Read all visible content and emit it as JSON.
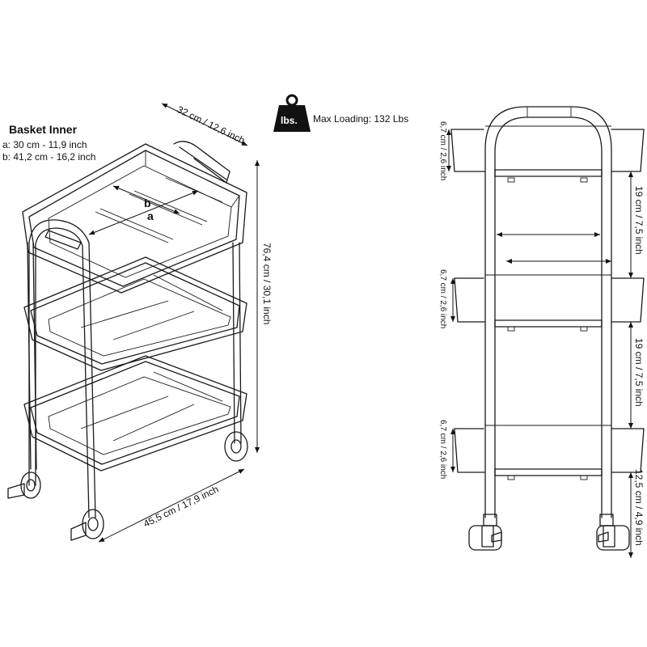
{
  "basket_inner": {
    "title": "Basket Inner",
    "line_a": "a: 30 cm - 11,9 inch",
    "line_b": "b: 41,2 cm - 16,2 inch",
    "label_a": "a",
    "label_b": "b"
  },
  "load": {
    "icon_text": "lbs.",
    "label": "Max Loading: 132 Lbs"
  },
  "dimensions": {
    "depth": "32 cm / 12,6 inch",
    "height": "76,4 cm / 30,1 inch",
    "width": "45,5 cm /  17,9 inch",
    "basket_height_1": "6,7 cm / 2,6 inch",
    "basket_height_2": "6,7 cm / 2,6 inch",
    "basket_height_3": "6,7 cm / 2,6 inch",
    "gap_1": "19 cm / 7,5 inch",
    "gap_2": "19 cm / 7,5 inch",
    "bottom_clearance": "12,5 cm / 4,9 inch"
  }
}
